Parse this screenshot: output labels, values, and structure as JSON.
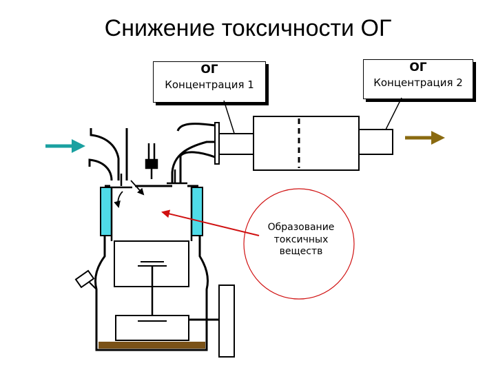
{
  "title": "Снижение токсичности ОГ",
  "box1": {
    "heading": "ОГ",
    "label": "Концентрация 1"
  },
  "box2": {
    "heading": "ОГ",
    "label": "Концентрация 2"
  },
  "formation": {
    "line1": "Образование",
    "line2": "токсичных",
    "line3": "веществ"
  },
  "colors": {
    "intake_arrow": "#1aa0a0",
    "exhaust_arrow": "#8a6a10",
    "cooling_jacket": "#4fdbe8",
    "pointer_arrow": "#d01010",
    "sump_oil": "#7a5218"
  }
}
